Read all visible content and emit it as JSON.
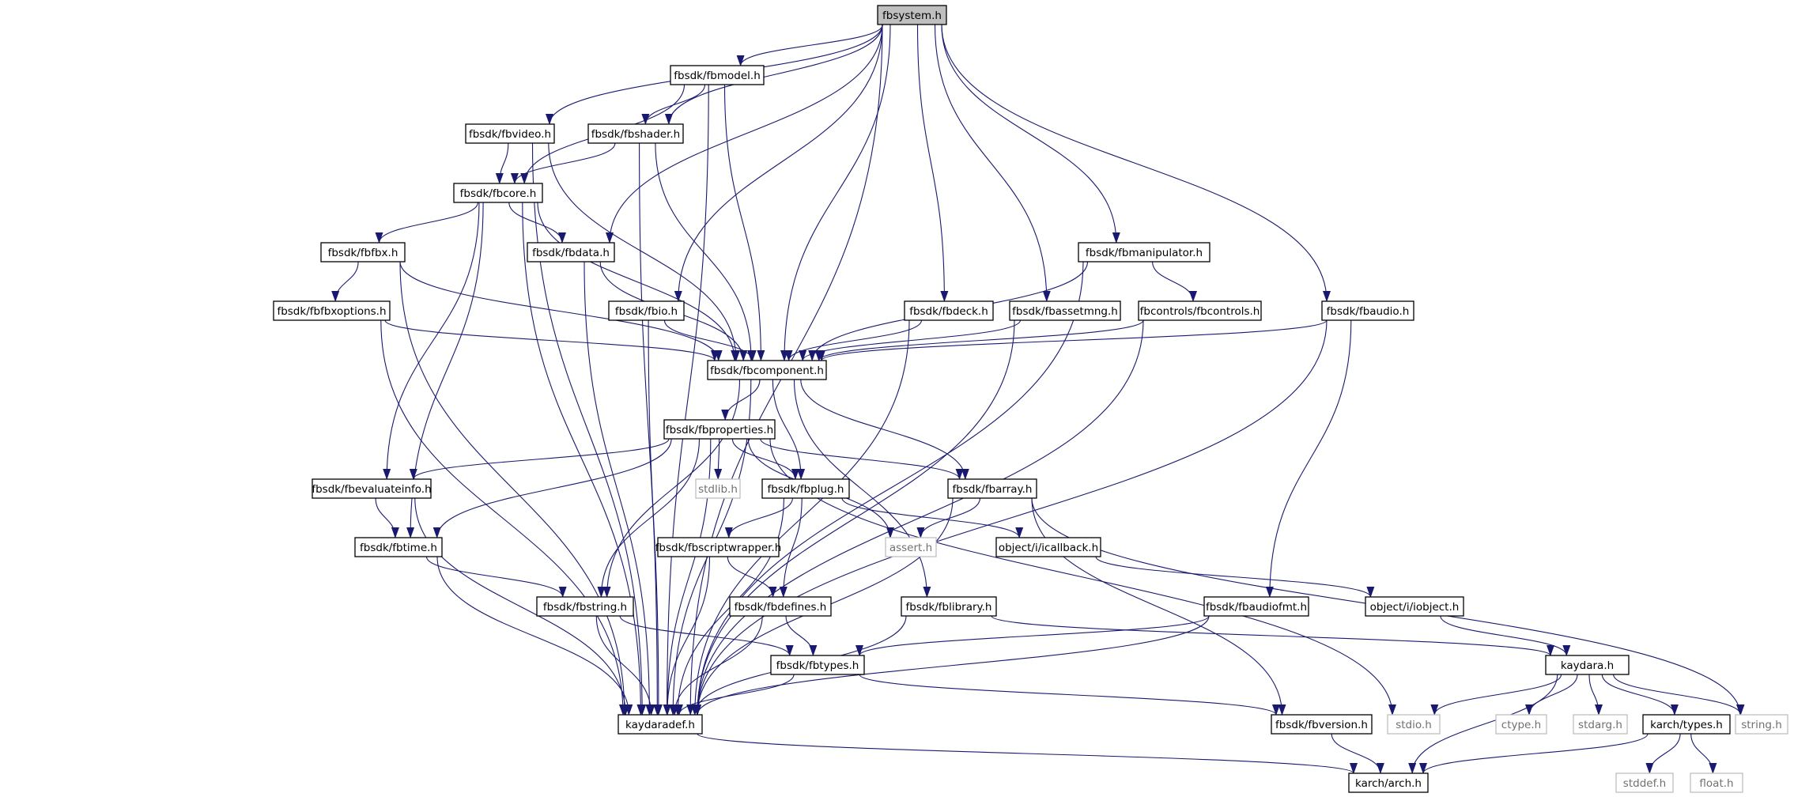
{
  "nodes": [
    {
      "id": "fbsystem",
      "label": "fbsystem.h",
      "kind": "root"
    },
    {
      "id": "fbmodel",
      "label": "fbsdk/fbmodel.h"
    },
    {
      "id": "fbvideo",
      "label": "fbsdk/fbvideo.h"
    },
    {
      "id": "fbshader",
      "label": "fbsdk/fbshader.h"
    },
    {
      "id": "fbcore",
      "label": "fbsdk/fbcore.h"
    },
    {
      "id": "fbfbx",
      "label": "fbsdk/fbfbx.h"
    },
    {
      "id": "fbdata",
      "label": "fbsdk/fbdata.h"
    },
    {
      "id": "fbmanipulator",
      "label": "fbsdk/fbmanipulator.h"
    },
    {
      "id": "fbfbxoptions",
      "label": "fbsdk/fbfbxoptions.h"
    },
    {
      "id": "fbio",
      "label": "fbsdk/fbio.h"
    },
    {
      "id": "fbdeck",
      "label": "fbsdk/fbdeck.h"
    },
    {
      "id": "fbassetmng",
      "label": "fbsdk/fbassetmng.h"
    },
    {
      "id": "fbcontrols",
      "label": "fbcontrols/fbcontrols.h"
    },
    {
      "id": "fbaudio",
      "label": "fbsdk/fbaudio.h"
    },
    {
      "id": "fbcomponent",
      "label": "fbsdk/fbcomponent.h"
    },
    {
      "id": "fbproperties",
      "label": "fbsdk/fbproperties.h"
    },
    {
      "id": "fbevaluateinfo",
      "label": "fbsdk/fbevaluateinfo.h"
    },
    {
      "id": "stdlib",
      "label": "stdlib.h",
      "kind": "ext"
    },
    {
      "id": "fbplug",
      "label": "fbsdk/fbplug.h"
    },
    {
      "id": "fbarray",
      "label": "fbsdk/fbarray.h"
    },
    {
      "id": "fbtime",
      "label": "fbsdk/fbtime.h"
    },
    {
      "id": "fbscriptwrapper",
      "label": "fbsdk/fbscriptwrapper.h"
    },
    {
      "id": "assert",
      "label": "assert.h",
      "kind": "ext"
    },
    {
      "id": "icallback",
      "label": "object/i/icallback.h"
    },
    {
      "id": "fbstring",
      "label": "fbsdk/fbstring.h"
    },
    {
      "id": "fbdefines",
      "label": "fbsdk/fbdefines.h"
    },
    {
      "id": "fblibrary",
      "label": "fbsdk/fblibrary.h"
    },
    {
      "id": "fbaudiofmt",
      "label": "fbsdk/fbaudiofmt.h"
    },
    {
      "id": "iobject",
      "label": "object/i/iobject.h"
    },
    {
      "id": "fbtypes",
      "label": "fbsdk/fbtypes.h"
    },
    {
      "id": "kaydara",
      "label": "kaydara.h"
    },
    {
      "id": "kaydaradef",
      "label": "kaydaradef.h"
    },
    {
      "id": "fbversion",
      "label": "fbsdk/fbversion.h"
    },
    {
      "id": "stdio",
      "label": "stdio.h",
      "kind": "ext"
    },
    {
      "id": "ctype",
      "label": "ctype.h",
      "kind": "ext"
    },
    {
      "id": "stdarg",
      "label": "stdarg.h",
      "kind": "ext"
    },
    {
      "id": "karchtypes",
      "label": "karch/types.h"
    },
    {
      "id": "string",
      "label": "string.h",
      "kind": "ext"
    },
    {
      "id": "karcharch",
      "label": "karch/arch.h"
    },
    {
      "id": "stddef",
      "label": "stddef.h",
      "kind": "ext"
    },
    {
      "id": "float",
      "label": "float.h",
      "kind": "ext"
    }
  ],
  "edges": [
    [
      "fbsystem",
      "fbmodel"
    ],
    [
      "fbsystem",
      "fbvideo"
    ],
    [
      "fbsystem",
      "fbshader"
    ],
    [
      "fbsystem",
      "fbdata"
    ],
    [
      "fbsystem",
      "fbmanipulator"
    ],
    [
      "fbsystem",
      "fbio"
    ],
    [
      "fbsystem",
      "fbdeck"
    ],
    [
      "fbsystem",
      "fbassetmng"
    ],
    [
      "fbsystem",
      "fbaudio"
    ],
    [
      "fbsystem",
      "fbcomponent"
    ],
    [
      "fbsystem",
      "kaydaradef"
    ],
    [
      "fbmodel",
      "fbshader"
    ],
    [
      "fbmodel",
      "fbcore"
    ],
    [
      "fbmodel",
      "fbcomponent"
    ],
    [
      "fbmodel",
      "kaydaradef"
    ],
    [
      "fbvideo",
      "fbcore"
    ],
    [
      "fbvideo",
      "fbcomponent"
    ],
    [
      "fbvideo",
      "kaydaradef"
    ],
    [
      "fbshader",
      "fbcore"
    ],
    [
      "fbshader",
      "fbcomponent"
    ],
    [
      "fbshader",
      "kaydaradef"
    ],
    [
      "fbcore",
      "fbfbx"
    ],
    [
      "fbcore",
      "fbdata"
    ],
    [
      "fbcore",
      "fbcomponent"
    ],
    [
      "fbcore",
      "fbevaluateinfo"
    ],
    [
      "fbcore",
      "fbtime"
    ],
    [
      "fbcore",
      "kaydaradef"
    ],
    [
      "fbfbx",
      "fbfbxoptions"
    ],
    [
      "fbfbx",
      "fbcomponent"
    ],
    [
      "fbfbx",
      "kaydaradef"
    ],
    [
      "fbdata",
      "fbcomponent"
    ],
    [
      "fbdata",
      "kaydaradef"
    ],
    [
      "fbfbxoptions",
      "fbcomponent"
    ],
    [
      "fbfbxoptions",
      "kaydaradef"
    ],
    [
      "fbmanipulator",
      "fbcontrols"
    ],
    [
      "fbmanipulator",
      "fbcomponent"
    ],
    [
      "fbmanipulator",
      "kaydaradef"
    ],
    [
      "fbio",
      "fbcomponent"
    ],
    [
      "fbio",
      "kaydaradef"
    ],
    [
      "fbdeck",
      "fbcomponent"
    ],
    [
      "fbdeck",
      "kaydaradef"
    ],
    [
      "fbassetmng",
      "fbcomponent"
    ],
    [
      "fbassetmng",
      "kaydaradef"
    ],
    [
      "fbcontrols",
      "fbcomponent"
    ],
    [
      "fbcontrols",
      "kaydaradef"
    ],
    [
      "fbaudio",
      "fbcomponent"
    ],
    [
      "fbaudio",
      "fbaudiofmt"
    ],
    [
      "fbaudio",
      "kaydaradef"
    ],
    [
      "fbcomponent",
      "fbproperties"
    ],
    [
      "fbcomponent",
      "fbplug"
    ],
    [
      "fbcomponent",
      "fbarray"
    ],
    [
      "fbcomponent",
      "fbstring"
    ],
    [
      "fbcomponent",
      "fblibrary"
    ],
    [
      "fbcomponent",
      "kaydaradef"
    ],
    [
      "fbproperties",
      "fbevaluateinfo"
    ],
    [
      "fbproperties",
      "stdlib"
    ],
    [
      "fbproperties",
      "fbplug"
    ],
    [
      "fbproperties",
      "fbarray"
    ],
    [
      "fbproperties",
      "fbtime"
    ],
    [
      "fbproperties",
      "assert"
    ],
    [
      "fbproperties",
      "fbstring"
    ],
    [
      "fbproperties",
      "stdio"
    ],
    [
      "fbproperties",
      "kaydaradef"
    ],
    [
      "fbevaluateinfo",
      "fbtime"
    ],
    [
      "fbevaluateinfo",
      "kaydaradef"
    ],
    [
      "fbplug",
      "fbscriptwrapper"
    ],
    [
      "fbplug",
      "icallback"
    ],
    [
      "fbplug",
      "fbdefines"
    ],
    [
      "fbplug",
      "kaydaradef"
    ],
    [
      "fbarray",
      "assert"
    ],
    [
      "fbarray",
      "fbversion"
    ],
    [
      "fbarray",
      "string"
    ],
    [
      "fbarray",
      "kaydaradef"
    ],
    [
      "fbtime",
      "fbstring"
    ],
    [
      "fbtime",
      "kaydaradef"
    ],
    [
      "fbscriptwrapper",
      "fbdefines"
    ],
    [
      "fbscriptwrapper",
      "kaydaradef"
    ],
    [
      "icallback",
      "iobject"
    ],
    [
      "fbstring",
      "fbtypes"
    ],
    [
      "fbstring",
      "kaydaradef"
    ],
    [
      "fbdefines",
      "fbtypes"
    ],
    [
      "fbdefines",
      "kaydaradef"
    ],
    [
      "fblibrary",
      "kaydara"
    ],
    [
      "fblibrary",
      "kaydaradef"
    ],
    [
      "fbaudiofmt",
      "fbtypes"
    ],
    [
      "fbaudiofmt",
      "kaydaradef"
    ],
    [
      "iobject",
      "kaydara"
    ],
    [
      "fbtypes",
      "fbversion"
    ],
    [
      "fbtypes",
      "kaydaradef"
    ],
    [
      "kaydara",
      "stdio"
    ],
    [
      "kaydara",
      "ctype"
    ],
    [
      "kaydara",
      "stdarg"
    ],
    [
      "kaydara",
      "karchtypes"
    ],
    [
      "kaydara",
      "string"
    ],
    [
      "kaydara",
      "karcharch"
    ],
    [
      "kaydaradef",
      "karcharch"
    ],
    [
      "fbversion",
      "karcharch"
    ],
    [
      "karchtypes",
      "stddef"
    ],
    [
      "karchtypes",
      "float"
    ],
    [
      "karchtypes",
      "karcharch"
    ]
  ]
}
